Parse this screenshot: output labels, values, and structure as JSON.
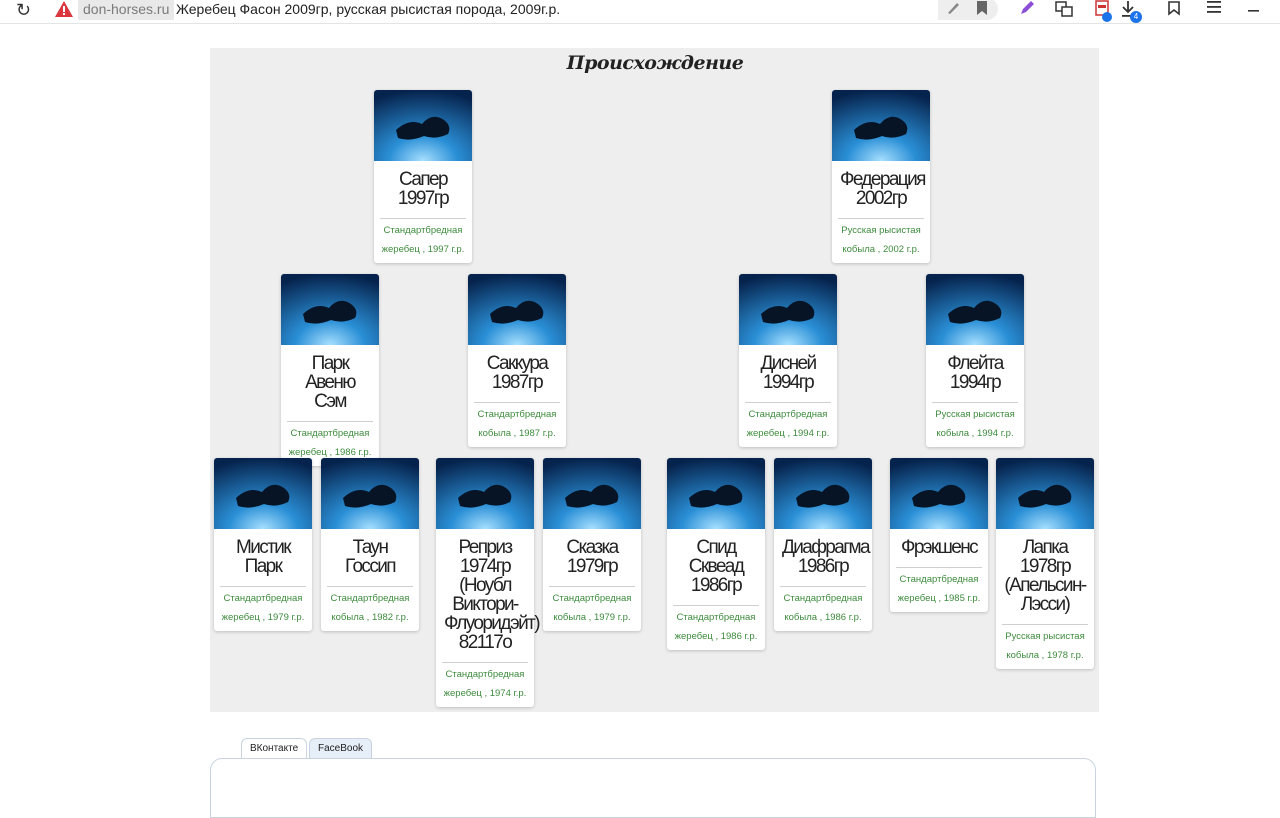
{
  "browser": {
    "domain": "don-horses.ru",
    "title": "Жеребец Фасон 2009гр, русская рысистая порода, 2009г.р.",
    "download_count": "4"
  },
  "pedigree": {
    "heading": "Происхождение",
    "parents": [
      {
        "name": "Сапер 1997гр",
        "info": "Стандартбредная жеребец , 1997 г.р."
      },
      {
        "name": "Федерация 2002гр",
        "info": "Русская рысистая кобыла , 2002 г.р."
      }
    ],
    "grandparents": [
      {
        "name": "Парк Авеню Сэм",
        "info": "Стандартбредная жеребец , 1986 г.р."
      },
      {
        "name": "Саккура 1987гр",
        "info": "Стандартбредная кобыла , 1987 г.р."
      },
      {
        "name": "Дисней 1994гр",
        "info": "Стандартбредная жеребец , 1994 г.р."
      },
      {
        "name": "Флейта 1994гр",
        "info": "Русская рысистая кобыла , 1994 г.р."
      }
    ],
    "great_grandparents": [
      {
        "name": "Мистик Парк",
        "info": "Стандартбредная жеребец , 1979 г.р."
      },
      {
        "name": "Таун Госсип",
        "info": "Стандартбредная кобыла , 1982 г.р."
      },
      {
        "name": "Реприз 1974гр (Ноубл Виктори-Флуоридэйт) 82117о",
        "info": "Стандартбредная жеребец , 1974 г.р."
      },
      {
        "name": "Сказка 1979гр",
        "info": "Стандартбредная кобыла , 1979 г.р."
      },
      {
        "name": "Спид Сквеад 1986гр",
        "info": "Стандартбредная жеребец , 1986 г.р."
      },
      {
        "name": "Диафрагма 1986гр",
        "info": "Стандартбредная кобыла , 1986 г.р."
      },
      {
        "name": "Фрэкшенс",
        "info": "Стандартбредная жеребец , 1985 г.р."
      },
      {
        "name": "Лапка 1978гр (Апельсин-Лэсси)",
        "info": "Русская рысистая кобыла , 1978 г.р."
      }
    ]
  },
  "social_tabs": [
    {
      "label": "ВКонтакте",
      "active": true
    },
    {
      "label": "FaceBook",
      "active": false
    }
  ],
  "colors": {
    "panel_bg": "#eeeeee",
    "info_text": "#3d8b3d",
    "photo_water": "#1d6fb5"
  }
}
